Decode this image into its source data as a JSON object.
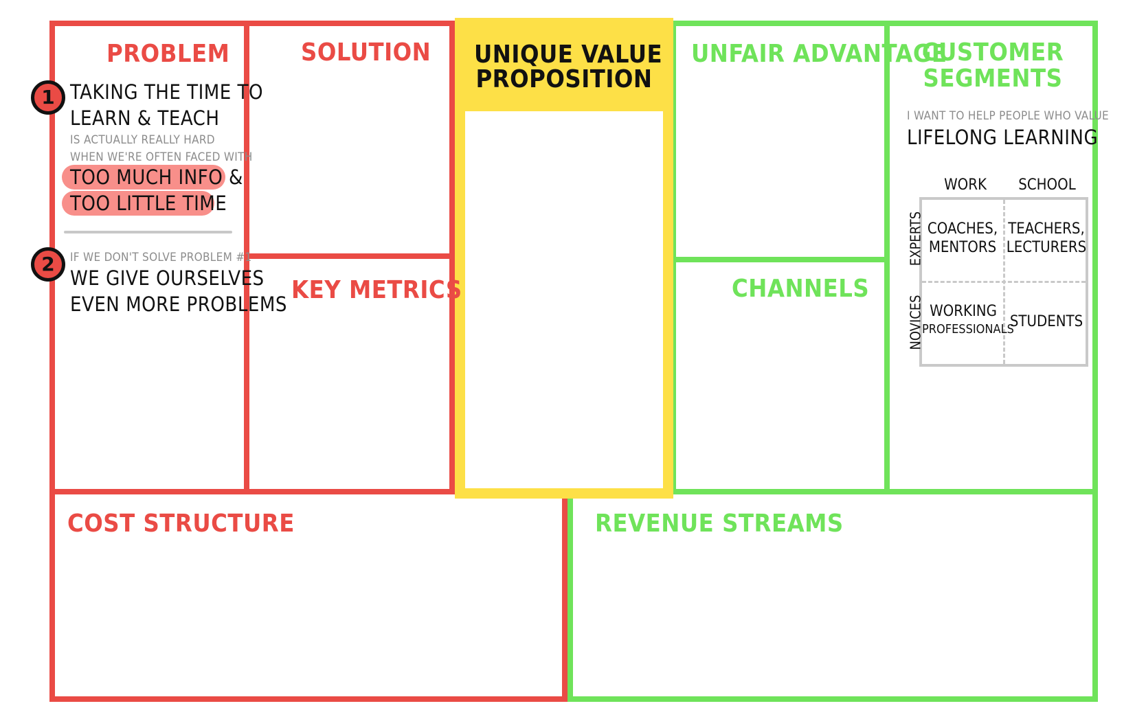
{
  "canvas": {
    "problem": {
      "title": "PROBLEM",
      "item1": {
        "number": "1",
        "line1": "TAKING THE TIME TO",
        "line2": "LEARN & TEACH",
        "sub1": "IS ACTUALLY REALLY HARD",
        "sub2": "WHEN WE'RE OFTEN FACED WITH",
        "highlight1": "TOO MUCH INFO &",
        "highlight2": "TOO LITTLE TIME"
      },
      "item2": {
        "number": "2",
        "sub1": "IF WE DON'T SOLVE PROBLEM #1",
        "line1": "WE GIVE OURSELVES",
        "line2": "EVEN MORE PROBLEMS"
      }
    },
    "solution": {
      "title": "SOLUTION"
    },
    "key_metrics": {
      "title": "KEY METRICS"
    },
    "unique_value_proposition": {
      "title_line1": "UNIQUE VALUE",
      "title_line2": "PROPOSITION"
    },
    "unfair_advantage": {
      "title": "UNFAIR ADVANTAGE"
    },
    "channels": {
      "title": "CHANNELS"
    },
    "customer_segments": {
      "title_line1": "CUSTOMER",
      "title_line2": "SEGMENTS",
      "intro": "I WANT TO HELP PEOPLE WHO VALUE",
      "focus": "LIFELONG LEARNING",
      "columns": [
        "WORK",
        "SCHOOL"
      ],
      "rows": [
        "EXPERTS",
        "NOVICES"
      ],
      "cells": {
        "experts_work": [
          "COACHES,",
          "MENTORS"
        ],
        "experts_school": [
          "TEACHERS,",
          "LECTURERS"
        ],
        "novices_work": [
          "WORKING",
          "PROFESSIONALS"
        ],
        "novices_school": [
          "STUDENTS"
        ]
      }
    },
    "cost_structure": {
      "title": "COST STRUCTURE"
    },
    "revenue_streams": {
      "title": "REVENUE STREAMS"
    }
  },
  "colors": {
    "problem_side": "#ea4b45",
    "market_side": "#6fe35a",
    "value_proposition": "#fde047",
    "highlight": "#f88f8a"
  }
}
